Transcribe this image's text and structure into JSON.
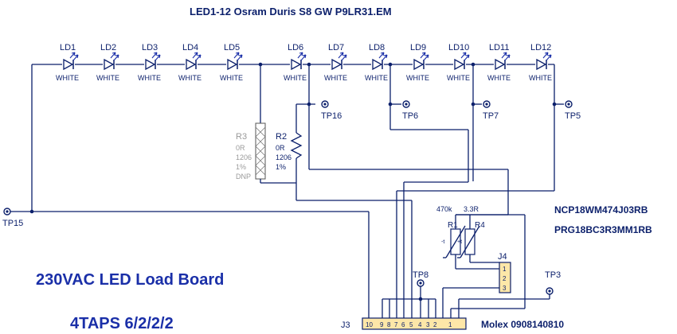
{
  "title": "LED1-12  Osram Duris S8  GW P9LR31.EM",
  "leds": [
    {
      "ref": "LD1",
      "value": "WHITE"
    },
    {
      "ref": "LD2",
      "value": "WHITE"
    },
    {
      "ref": "LD3",
      "value": "WHITE"
    },
    {
      "ref": "LD4",
      "value": "WHITE"
    },
    {
      "ref": "LD5",
      "value": "WHITE"
    },
    {
      "ref": "LD6",
      "value": "WHITE"
    },
    {
      "ref": "LD7",
      "value": "WHITE"
    },
    {
      "ref": "LD8",
      "value": "WHITE"
    },
    {
      "ref": "LD9",
      "value": "WHITE"
    },
    {
      "ref": "LD10",
      "value": "WHITE"
    },
    {
      "ref": "LD11",
      "value": "WHITE"
    },
    {
      "ref": "LD12",
      "value": "WHITE"
    }
  ],
  "r3": {
    "ref": "R3",
    "value": "0R",
    "package": "1206",
    "tolerance": "1%",
    "note": "DNP"
  },
  "r2": {
    "ref": "R2",
    "value": "0R",
    "package": "1206",
    "tolerance": "1%"
  },
  "r1": {
    "ref": "R1",
    "value": "470k",
    "polarity": "-t"
  },
  "r4": {
    "ref": "R4",
    "value": "3.3R",
    "polarity": "+t"
  },
  "part_r1": "NCP18WM474J03RB",
  "part_r4": "PRG18BC3R3MM1RB",
  "test_points": {
    "tp15": "TP15",
    "tp16": "TP16",
    "tp6": "TP6",
    "tp7": "TP7",
    "tp5": "TP5",
    "tp8": "TP8",
    "tp3": "TP3"
  },
  "j4": {
    "ref": "J4",
    "pins": [
      "1",
      "2",
      "3"
    ]
  },
  "j3": {
    "ref": "J3",
    "pins": [
      "10",
      "9",
      "8",
      "7",
      "6",
      "5",
      "4",
      "3",
      "2",
      "1"
    ],
    "part": "Molex 0908140810"
  },
  "board_title": "230VAC LED Load Board",
  "board_subtitle": "4TAPS 6/2/2/2",
  "colors": {
    "wire": "#0b1f6b",
    "title_text": "#1a2fa8",
    "dnp": "#9a9a9a",
    "connector_fill": "#fde7a8"
  }
}
